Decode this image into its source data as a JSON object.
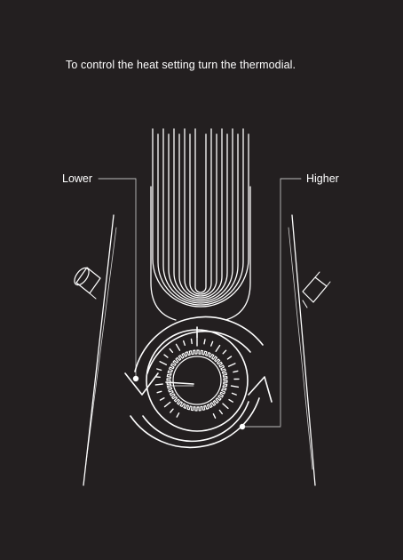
{
  "instruction": "To control the heat setting turn the thermodial.",
  "labels": {
    "lower": "Lower",
    "higher": "Higher"
  },
  "colors": {
    "background": "#231f20",
    "line": "#ffffff"
  }
}
